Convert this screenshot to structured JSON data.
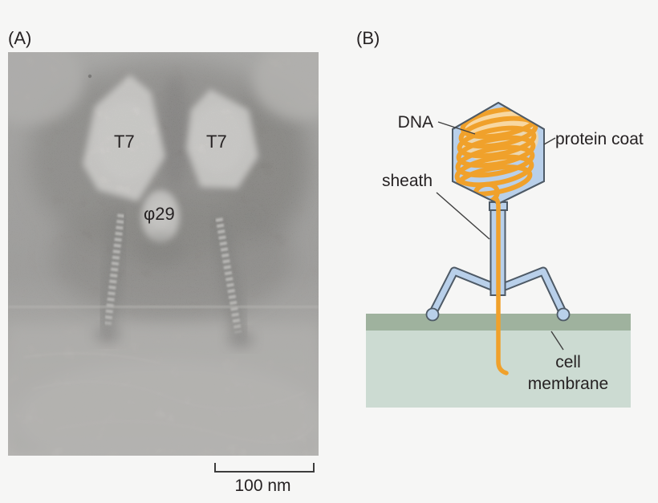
{
  "figure": {
    "panel_a": {
      "label": "(A)",
      "em_labels": {
        "t7_left": "T7",
        "t7_right": "T7",
        "phi29": "φ29"
      },
      "scale_bar_label": "100 nm"
    },
    "panel_b": {
      "label": "(B)",
      "callouts": {
        "dna": "DNA",
        "protein_coat": "protein coat",
        "sheath": "sheath",
        "cell_membrane": "cell membrane"
      }
    }
  },
  "colors": {
    "background": "#f6f6f5",
    "text": "#262223",
    "head_fill": "#b9d0ea",
    "outline": "#4e5a66",
    "dna_orange": "#f0a12b",
    "dna_pale": "#f8d8a2",
    "membrane_dark": "#9fb29e",
    "membrane_light": "#ccdbd2",
    "leader_line": "#3f3f3f",
    "scalebar": "#3c3c3c"
  }
}
